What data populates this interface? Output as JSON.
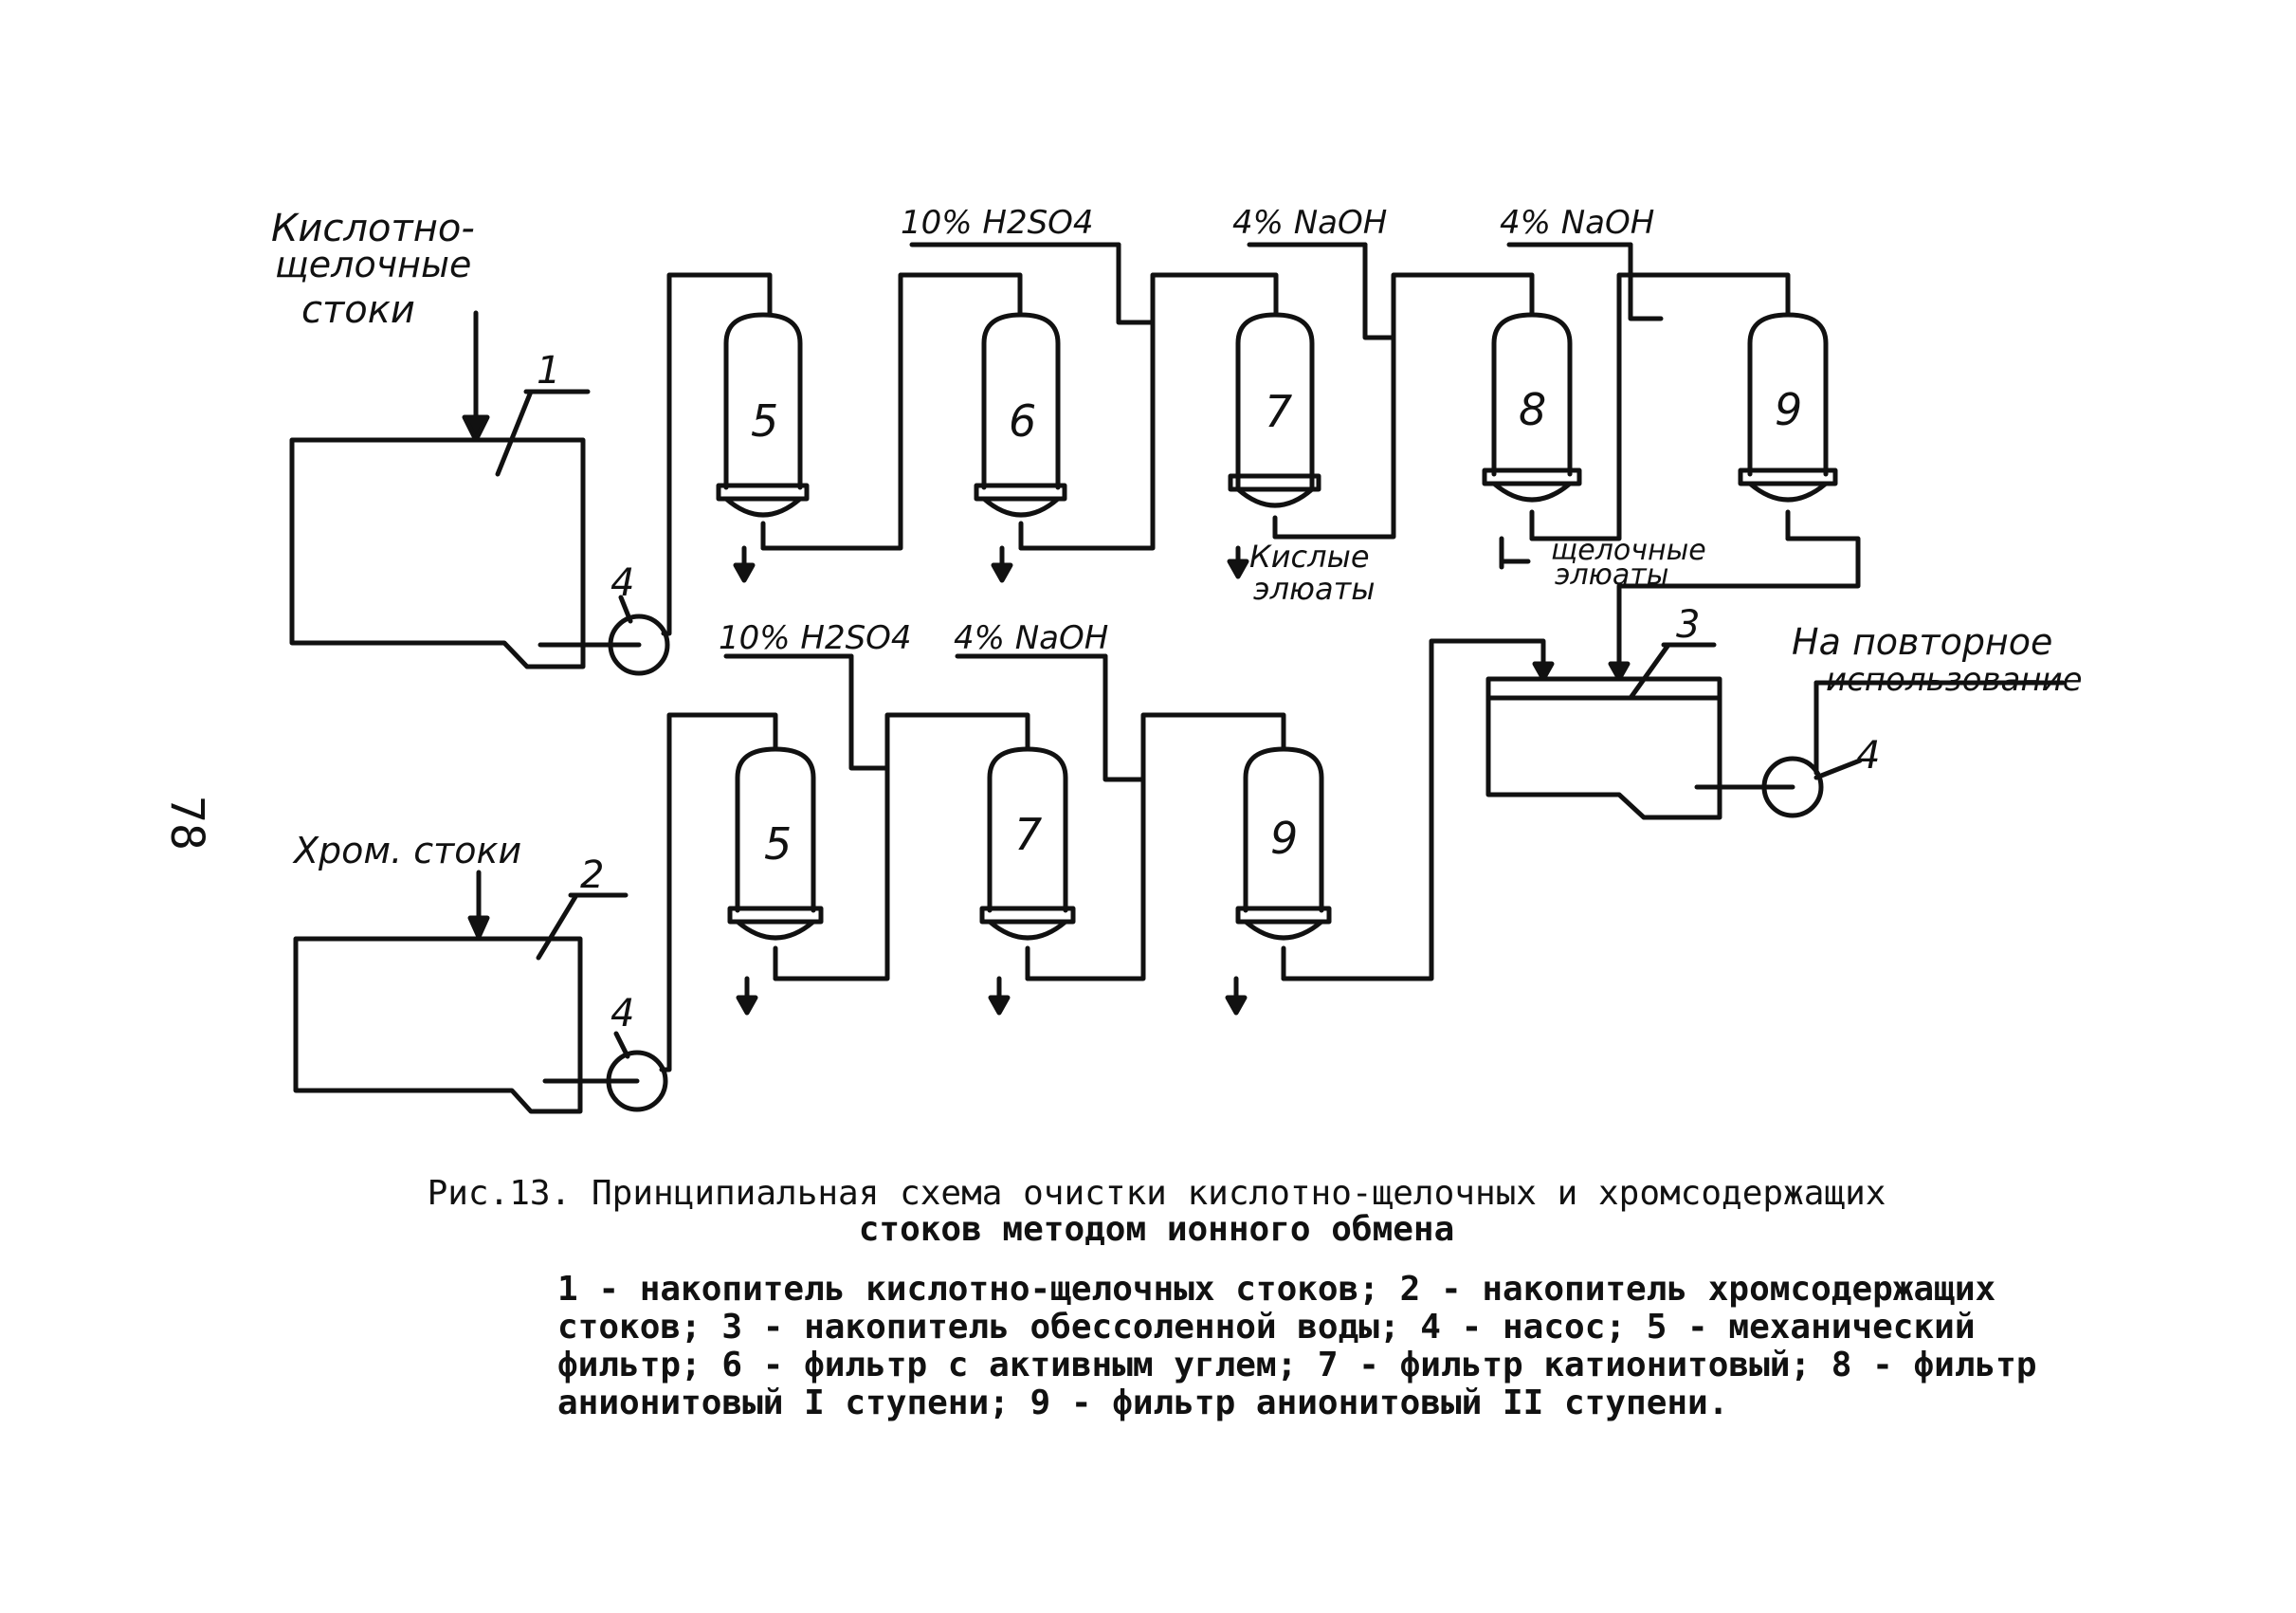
{
  "figure": {
    "caption_prefix": "Рис.13.",
    "caption_line1": "Принципиальная схема очистки кислотно-щелочных и хромсодержащих",
    "caption_line2": "стоков методом ионного обмена",
    "legend_line1": "1 - накопитель кислотно-щелочных стоков; 2 - накопитель хромсодержащих",
    "legend_line2": "стоков; 3 - накопитель обессоленной воды; 4 - насос; 5 - механический",
    "legend_line3": "фильтр; 6 - фильтр с активным углем; 7 - фильтр катионитовый; 8 - фильтр",
    "legend_line4": "анионитовый I ступени; 9 - фильтр анионитовый II ступени.",
    "page_number": "78"
  },
  "labels": {
    "acid_alkaline_inflow_1": "Кислотно-",
    "acid_alkaline_inflow_2": "щелочные",
    "acid_alkaline_inflow_3": "стоки",
    "chrome_inflow": "Хром. стоки",
    "acid_reagent_top": "10% H2SO4",
    "alkali_reagent_top_1": "4% NaOH",
    "alkali_reagent_top_2": "4% NaOH",
    "acid_reagent_bottom": "10% H2SO4",
    "alkali_reagent_bottom": "4% NaOH",
    "acid_eluates_1": "Кислые",
    "acid_eluates_2": "элюаты",
    "alkaline_eluates_1": "щелочные",
    "alkaline_eluates_2": "элюаты",
    "reuse_1": "На повторное",
    "reuse_2": "использование"
  },
  "numbers": {
    "tank_1": "1",
    "tank_2": "2",
    "tank_3": "3",
    "pump_top": "4",
    "pump_bottom": "4",
    "pump_right": "4",
    "top_filter_a": "5",
    "top_filter_b": "6",
    "top_filter_c": "7",
    "top_filter_d": "8",
    "top_filter_e": "9",
    "bottom_filter_a": "5",
    "bottom_filter_b": "7",
    "bottom_filter_c": "9"
  }
}
